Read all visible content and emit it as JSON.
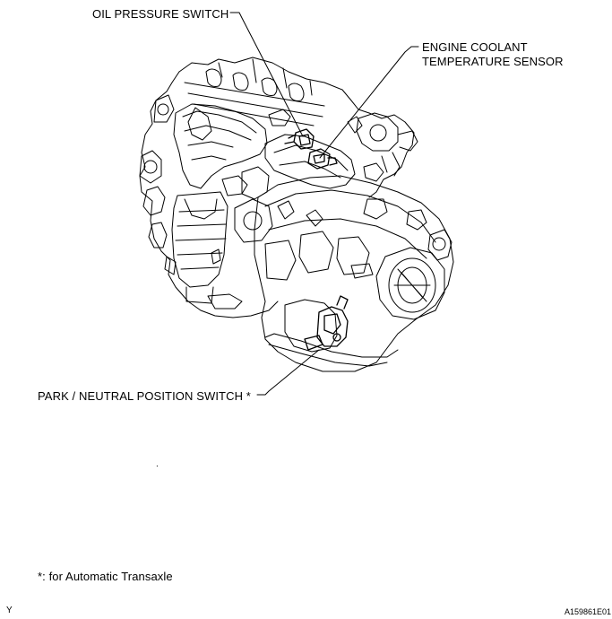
{
  "callouts": {
    "oil_pressure_switch": "OIL PRESSURE SWITCH",
    "engine_coolant_line1": "ENGINE COOLANT",
    "engine_coolant_line2": "TEMPERATURE SENSOR",
    "park_neutral_switch": "PARK / NEUTRAL POSITION SWITCH *"
  },
  "footnote": "*: for Automatic Transaxle",
  "corner_left": "Y",
  "figure_code": "A159861E01",
  "stray_mark": "."
}
